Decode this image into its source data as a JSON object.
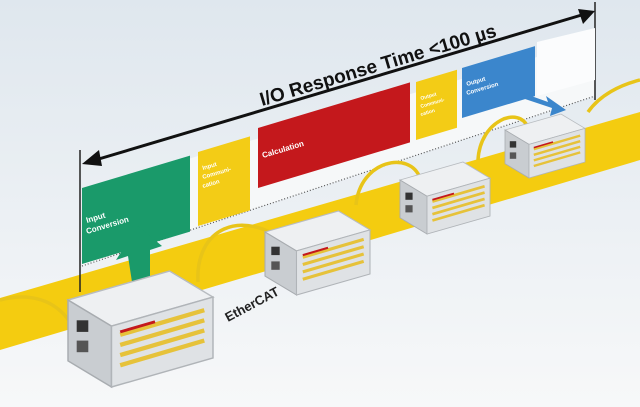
{
  "title": "I/O Response Time <100 µs",
  "blocks": [
    {
      "label1": "Input",
      "label2": "Conversion",
      "color": "#1a9a6a"
    },
    {
      "label1": "Input",
      "label2": "Communi-",
      "label3": "cation",
      "color": "#f3cc16"
    },
    {
      "label1": "Calculation",
      "color": "#c4181c"
    },
    {
      "label1": "Output",
      "label2": "Communi-",
      "label3": "cation",
      "color": "#f3cc16"
    },
    {
      "label1": "Output",
      "label2": "Conversion",
      "color": "#3b86cc"
    }
  ],
  "logo": "EtherCAT",
  "colors": {
    "band": "#f4cc10",
    "cable": "#e8c418",
    "module": "#dcdfe2"
  }
}
